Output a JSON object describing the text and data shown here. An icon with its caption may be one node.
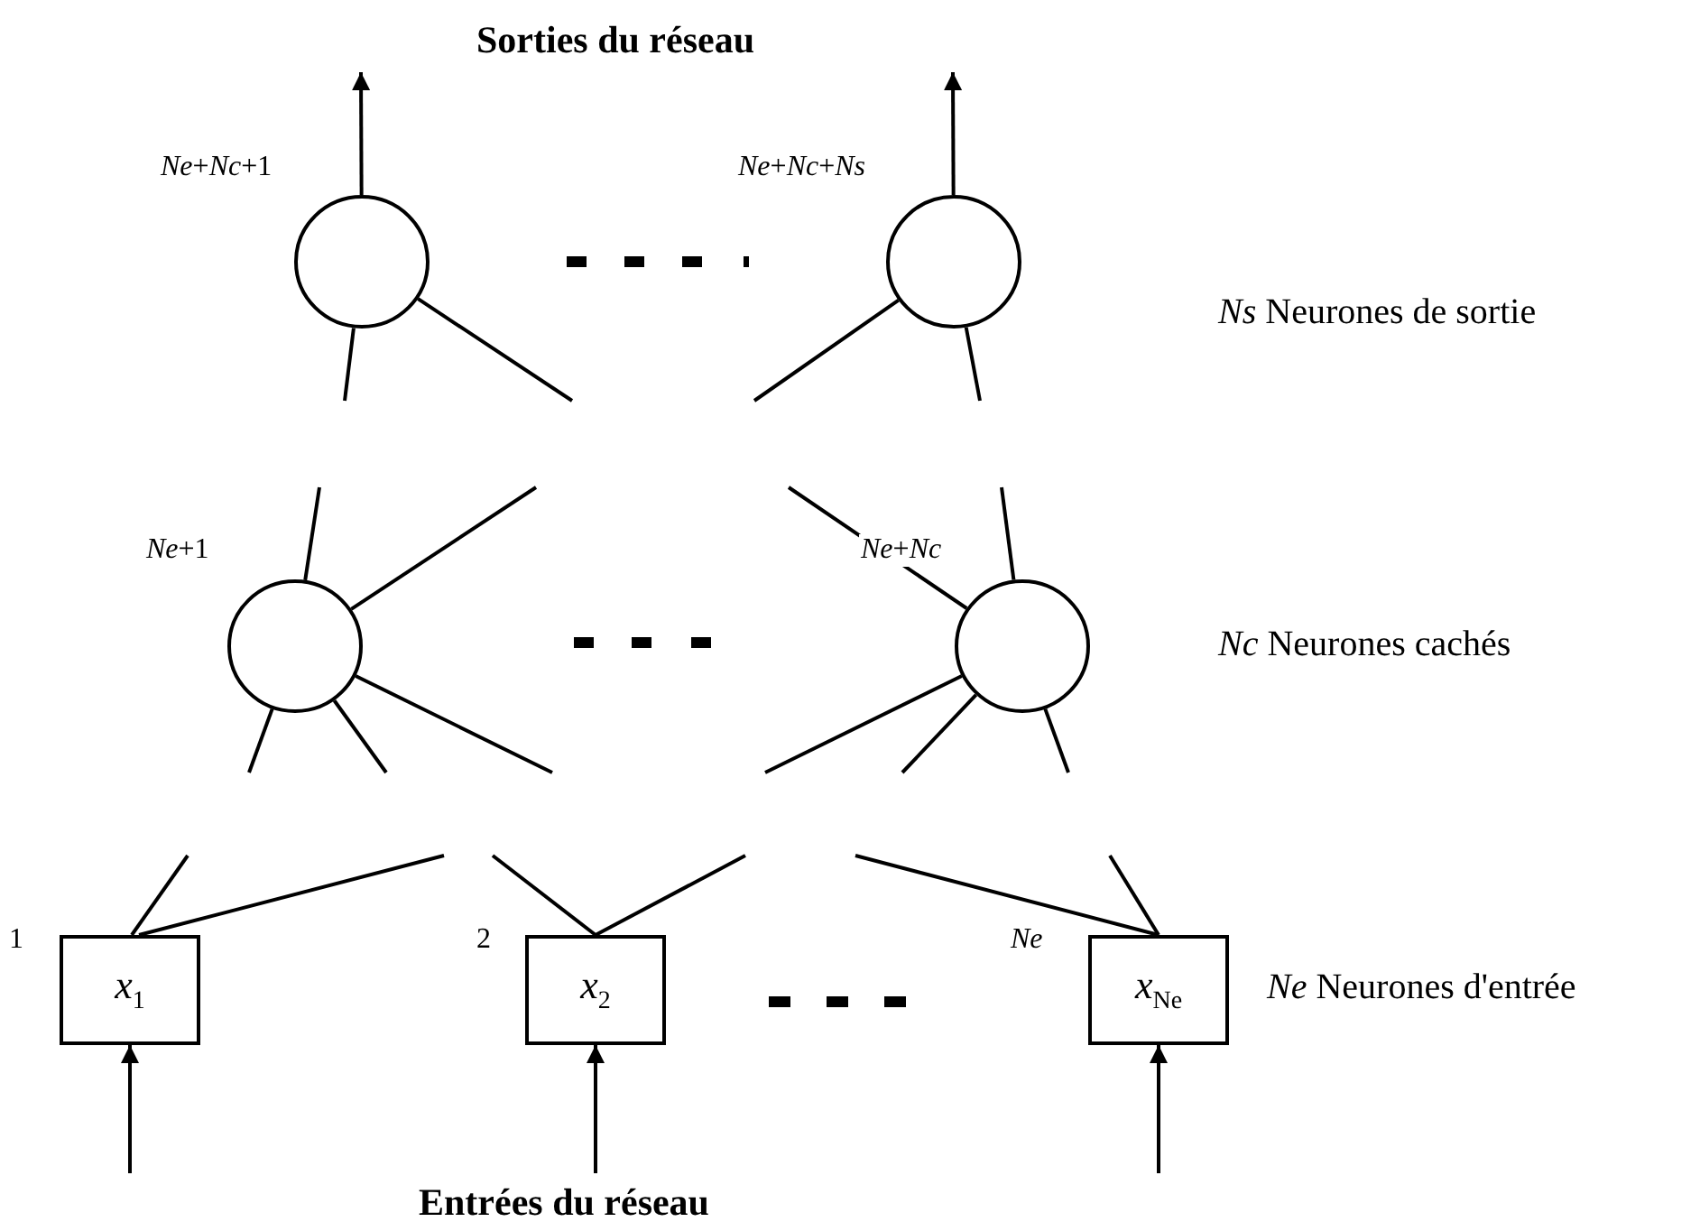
{
  "diagram": {
    "title": "Sorties du réseau",
    "caption": "Entrées du réseau",
    "nodes": [
      {
        "text": [],
        "shape": "circle",
        "beside": [
          "*Ne*+*Nc*+1"
        ]
      },
      {
        "text": [],
        "shape": "circle",
        "beside": [
          "*Ne*+*Nc*+*Ns*"
        ]
      },
      {
        "text": [],
        "shape": "circle",
        "beside": [
          "*Ne*+1"
        ]
      },
      {
        "text": [],
        "shape": "circle",
        "beside": [
          "*Ne*+*Nc*"
        ]
      },
      {
        "text": [
          "*x*$_{1}$"
        ],
        "beside": [
          "1"
        ]
      },
      {
        "text": [
          "*x*$_{2}$"
        ],
        "beside": [
          "2"
        ]
      },
      {
        "text": [
          "*x*$_{Ne}$"
        ],
        "beside": [
          "*Ne*"
        ]
      }
    ],
    "edges": [
      {
        "from": 0,
        "to": null,
        "arrow": "to"
      },
      {
        "from": 1,
        "to": null,
        "arrow": "to"
      },
      {
        "from": 0,
        "to": null,
        "arrow": "none"
      },
      {
        "from": 0,
        "to": null,
        "arrow": "none"
      },
      {
        "from": 1,
        "to": null,
        "arrow": "none"
      },
      {
        "from": 1,
        "to": null,
        "arrow": "none"
      },
      {
        "from": 2,
        "to": null,
        "arrow": "none"
      },
      {
        "from": 2,
        "to": null,
        "arrow": "none"
      },
      {
        "from": 3,
        "to": null,
        "arrow": "none"
      },
      {
        "from": 3,
        "to": null,
        "arrow": "none"
      },
      {
        "from": 2,
        "to": null,
        "arrow": "none"
      },
      {
        "from": 2,
        "to": null,
        "arrow": "none"
      },
      {
        "from": 2,
        "to": null,
        "arrow": "none"
      },
      {
        "from": 3,
        "to": null,
        "arrow": "none"
      },
      {
        "from": 3,
        "to": null,
        "arrow": "none"
      },
      {
        "from": 3,
        "to": null,
        "arrow": "none"
      },
      {
        "from": 4,
        "to": null,
        "arrow": "none"
      },
      {
        "from": 4,
        "to": null,
        "arrow": "none"
      },
      {
        "from": 5,
        "to": null,
        "arrow": "none"
      },
      {
        "from": 5,
        "to": null,
        "arrow": "none"
      },
      {
        "from": 6,
        "to": null,
        "arrow": "none"
      },
      {
        "from": 6,
        "to": null,
        "arrow": "none"
      },
      {
        "from": null,
        "to": 4,
        "arrow": "to"
      },
      {
        "from": null,
        "to": 5,
        "arrow": "to"
      },
      {
        "from": null,
        "to": 6,
        "arrow": "to"
      }
    ],
    "labels": [
      "*Ns* Neurones de sortie",
      "*Nc* Neurones cachés",
      "*Ne* Neurones d'entrée"
    ]
  }
}
